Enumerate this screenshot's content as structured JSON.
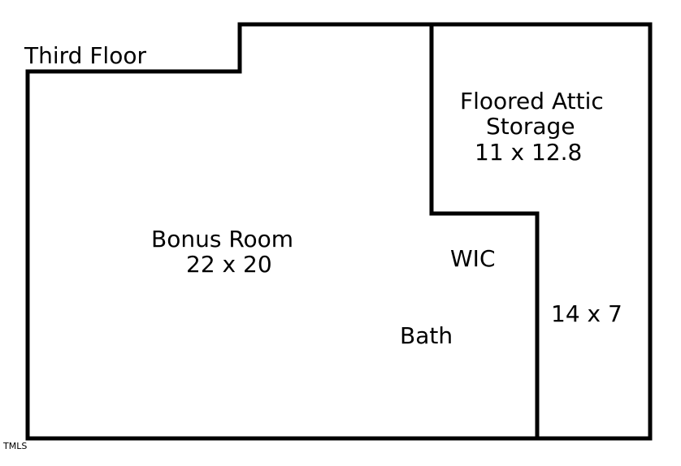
{
  "floor_label": "Third Floor",
  "rooms": {
    "bonus_room": {
      "name": "Bonus Room",
      "size": "22 x 20"
    },
    "attic": {
      "name_line1": "Floored Attic",
      "name_line2": "Storage",
      "size": "11 x 12.8"
    },
    "wic": {
      "name": "WIC"
    },
    "bath": {
      "name": "Bath"
    },
    "attic_lower": {
      "size": "14 x 7"
    }
  },
  "watermark": "TMLS",
  "colors": {
    "wall": "#000000",
    "background": "#ffffff"
  }
}
